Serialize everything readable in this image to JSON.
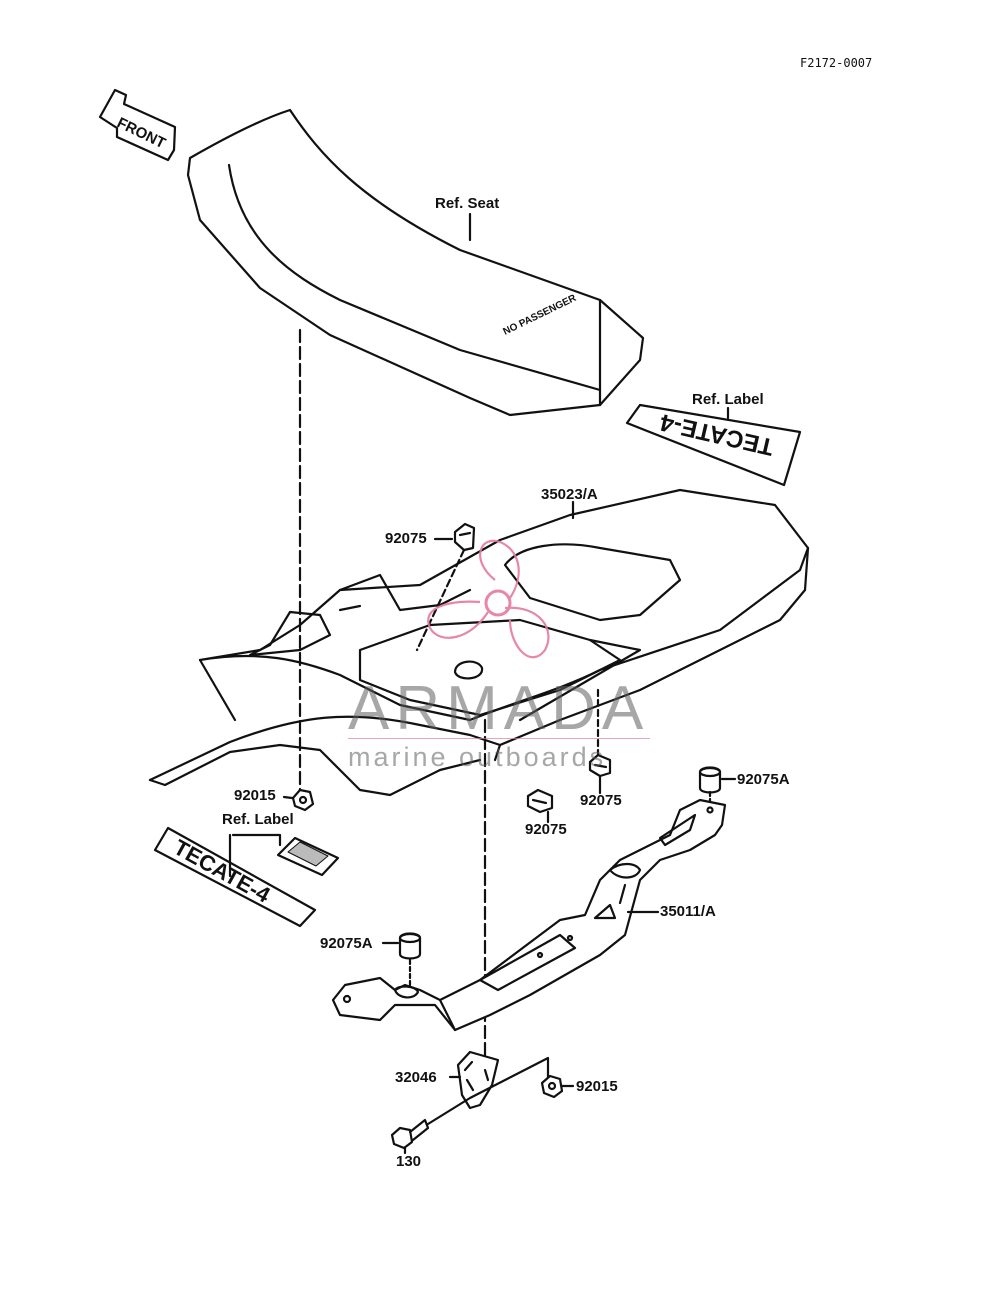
{
  "diagram": {
    "code": "F2172-0007",
    "front_marker": "FRONT",
    "seat_text": "NO PASSENGER",
    "decal_text": "TECATE-4",
    "labels": {
      "ref_seat": "Ref. Seat",
      "ref_label_top": "Ref. Label",
      "ref_label_bottom": "Ref. Label",
      "p35023A": "35023/A",
      "p92075_top": "92075",
      "p92015_left": "92015",
      "p92075_mid": "92075",
      "p92075_right": "92075",
      "p92075A_right": "92075A",
      "p35011A": "35011/A",
      "p92075A_left": "92075A",
      "p32046": "32046",
      "p92015_bottom": "92015",
      "p130": "130"
    }
  },
  "watermark": {
    "brand": "ARMADA",
    "tagline": "marine outboards",
    "color": "#e47aa0"
  }
}
